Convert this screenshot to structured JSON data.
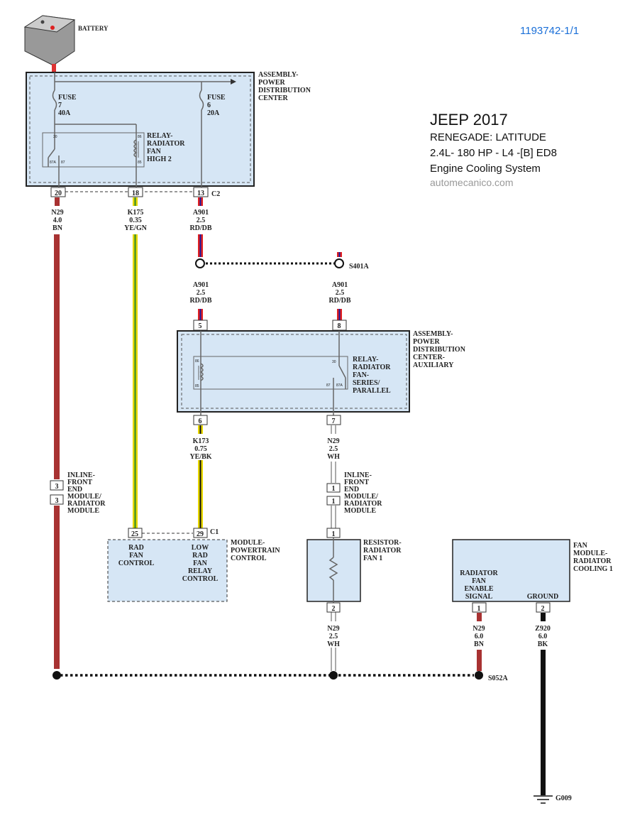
{
  "doc_id": "1193742-1/1",
  "title": {
    "l1": "JEEP 2017",
    "l2": "RENEGADE: LATITUDE",
    "l3": "2.4L- 180 HP - L4 -[B] ED8",
    "l4": "Engine Cooling System",
    "site": "automecanico.com"
  },
  "battery": "BATTERY",
  "pdc": {
    "l1": "ASSEMBLY-",
    "l2": "POWER",
    "l3": "DISTRIBUTION",
    "l4": "CENTER",
    "fuse7": [
      "FUSE",
      "7",
      "40A"
    ],
    "fuse6": [
      "FUSE",
      "6",
      "20A"
    ],
    "relay": [
      "RELAY-",
      "RADIATOR",
      "FAN",
      "HIGH 2"
    ],
    "relay_pins": [
      "30",
      "87A",
      "87",
      "86",
      "85"
    ],
    "pins": [
      "20",
      "18",
      "13"
    ],
    "conn": "C2"
  },
  "wires": {
    "n29_top": [
      "N29",
      "4.0",
      "BN"
    ],
    "k175": [
      "K175",
      "0.35",
      "YE/GN"
    ],
    "a901": [
      "A901",
      "2.5",
      "RD/DB"
    ],
    "a901_l": [
      "A901",
      "2.5",
      "RD/DB"
    ],
    "a901_r": [
      "A901",
      "2.5",
      "RD/DB"
    ],
    "k173": [
      "K173",
      "0.75",
      "YE/BK"
    ],
    "n29_wh": [
      "N29",
      "2.5",
      "WH"
    ],
    "n29_wh2": [
      "N29",
      "2.5",
      "WH"
    ],
    "n29_bn6": [
      "N29",
      "6.0",
      "BN"
    ],
    "z920": [
      "Z920",
      "6.0",
      "BK"
    ]
  },
  "splices": {
    "s401a": "S401A",
    "s052a": "S052A",
    "g009": "G009"
  },
  "aux": {
    "l1": "ASSEMBLY-",
    "l2": "POWER",
    "l3": "DISTRIBUTION",
    "l4": "CENTER-",
    "l5": "AUXILIARY",
    "relay": [
      "RELAY-",
      "RADIATOR",
      "FAN-",
      "SERIES/",
      "PARALLEL"
    ],
    "relay_pins": [
      "86",
      "85",
      "30",
      "87",
      "87A"
    ],
    "pins_top": [
      "5",
      "8"
    ],
    "pins_bottom": [
      "6",
      "7"
    ]
  },
  "inline": {
    "label": [
      "INLINE-",
      "FRONT",
      "END",
      "MODULE/",
      "RADIATOR",
      "MODULE"
    ],
    "left_pins": [
      "3",
      "3"
    ],
    "right_pins": [
      "1",
      "1"
    ]
  },
  "pcm": {
    "label": [
      "MODULE-",
      "POWERTRAIN",
      "CONTROL"
    ],
    "pins": [
      "25",
      "29"
    ],
    "conn": "C1",
    "rad": [
      "RAD",
      "FAN",
      "CONTROL"
    ],
    "low": [
      "LOW",
      "RAD",
      "FAN",
      "RELAY",
      "CONTROL"
    ]
  },
  "resistor": {
    "label": [
      "RESISTOR-",
      "RADIATOR",
      "FAN 1"
    ],
    "pins": [
      "1",
      "2"
    ]
  },
  "fan": {
    "label": [
      "FAN",
      "MODULE-",
      "RADIATOR",
      "COOLING 1"
    ],
    "sig": [
      "RADIATOR",
      "FAN",
      "ENABLE",
      "SIGNAL"
    ],
    "gnd": "GROUND",
    "pins": [
      "1",
      "2"
    ]
  }
}
